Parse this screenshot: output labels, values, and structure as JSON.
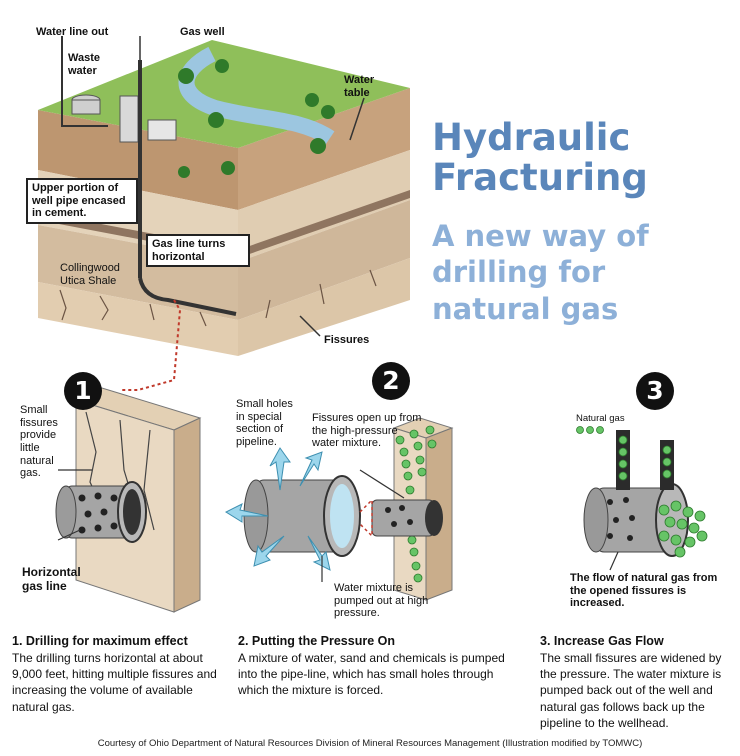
{
  "title": "Hydraulic Fracturing",
  "subtitle": "A new way of drilling for natural gas",
  "block_labels": {
    "water_line_out": "Water line out",
    "gas_well": "Gas well",
    "waste_water": "Waste water",
    "water_table": "Water table",
    "upper_pipe": "Upper portion of well pipe encased in cement.",
    "gas_line_turns": "Gas line turns horizontal",
    "shale": "Collingwood Utica Shale",
    "fissures": "Fissures"
  },
  "steps": [
    {
      "number": "1",
      "heading": "1. Drilling for maximum effect",
      "text": "The drilling turns horizontal at about 9,000 feet, hitting multiple fissures and increasing the volume of available natural gas."
    },
    {
      "number": "2",
      "heading": "2. Putting the Pressure On",
      "text": "A mixture of water, sand and chemicals is pumped into the pipe-line, which has small holes through which the mixture is forced."
    },
    {
      "number": "3",
      "heading": "3. Increase Gas Flow",
      "text": "The small fissures are widened by the pressure. The water mixture is pumped back out of the well and natural gas follows back up the pipeline to the wellhead."
    }
  ],
  "panel1": {
    "small_fissures": "Small fissures provide little natural gas.",
    "horizontal_gas_line": "Horizontal gas line"
  },
  "panel2": {
    "small_holes": "Small holes in special section of pipeline.",
    "fissures_open": "Fissures open up from the high-pressure water mixture.",
    "water_mixture": "Water mixture is pumped out at high pressure."
  },
  "panel3": {
    "natural_gas": "Natural gas",
    "flow_caption": "The flow of natural gas from the opened fissures is increased."
  },
  "credit": "Courtesy of Ohio Department of Natural Resources Division of Mineral Resources Management (Illustration modified by TOMWC)",
  "colors": {
    "title": "#5a86ba",
    "subtitle": "#8db0d8",
    "grass": "#8fbf5a",
    "gas_green": "#66c466",
    "rock": "#d8c3a6",
    "water": "#9cc6e0",
    "fracture_dots": "#c0392b"
  }
}
